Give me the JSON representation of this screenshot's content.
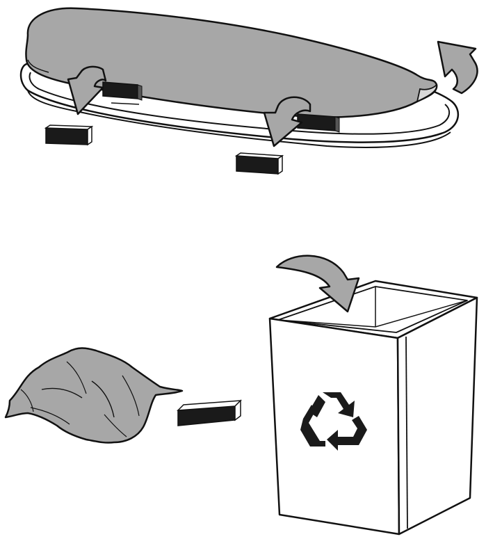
{
  "colors": {
    "cover": "#a7a7a7",
    "outline": "#111111",
    "spacer": "#1a1a1a",
    "background": "#ffffff",
    "shadow": "#e9e9e9"
  },
  "scenes": [
    {
      "id": "remove-cover",
      "description_visible": false,
      "objects": [
        "roof-box",
        "protective-cover",
        "spacer-blocks",
        "removal-arrows"
      ]
    },
    {
      "id": "dispose-packaging",
      "description_visible": false,
      "objects": [
        "crumpled-cover",
        "spacer-block",
        "recycling-bin",
        "disposal-arrow"
      ]
    }
  ],
  "icons": {
    "recycle": "recycle-icon",
    "arrow": "curved-arrow-icon"
  }
}
